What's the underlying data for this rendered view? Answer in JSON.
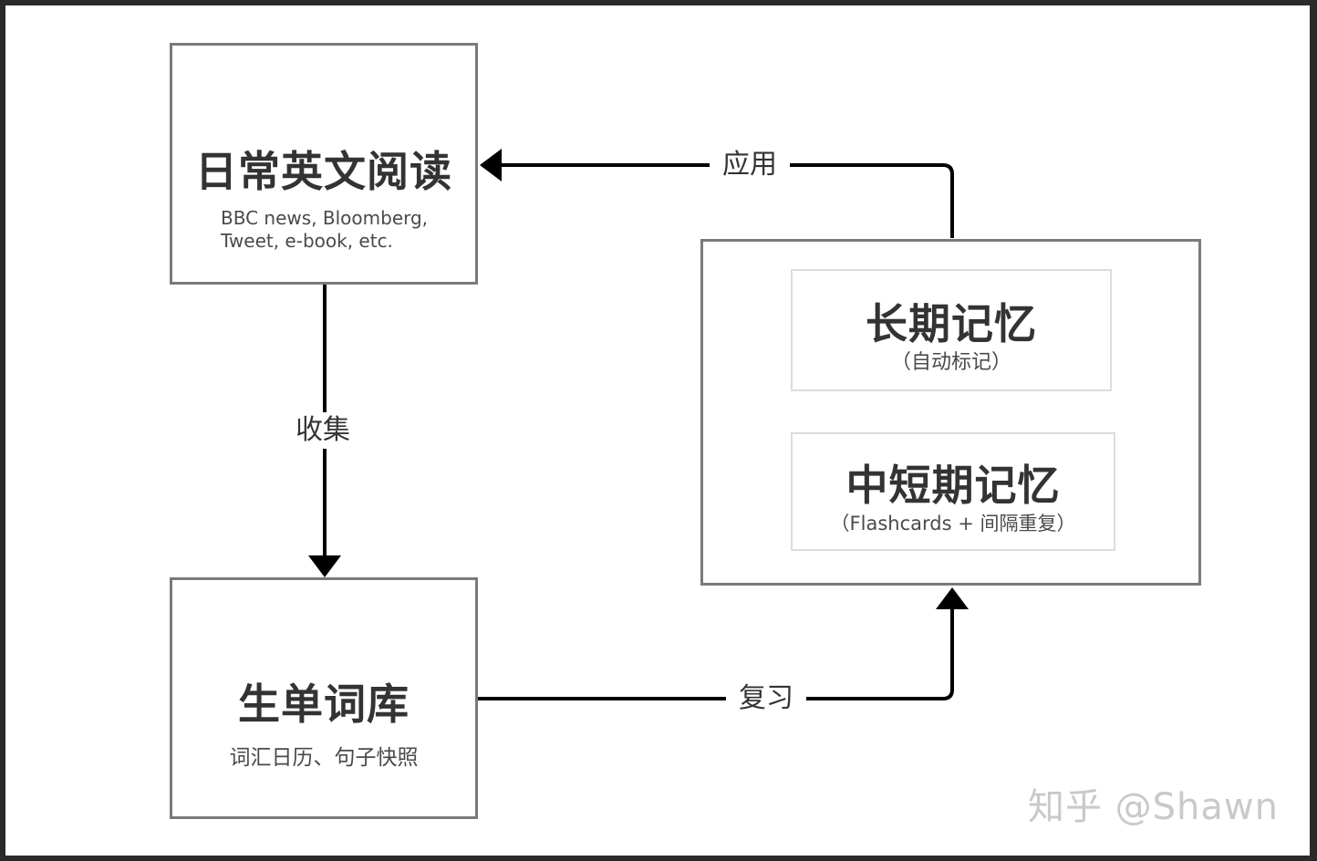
{
  "nodes": {
    "reading": {
      "title": "日常英文阅读",
      "sub_line1": "BBC news, Bloomberg,",
      "sub_line2": "Tweet, e-book, etc."
    },
    "vocab": {
      "title": "生单词库",
      "sub": "词汇日历、句子快照"
    },
    "memory": {
      "long_term": {
        "title": "长期记忆",
        "sub": "（自动标记）"
      },
      "short_term": {
        "title": "中短期记忆",
        "sub": "（Flashcards + 间隔重复）"
      }
    }
  },
  "edges": {
    "collect": "收集",
    "review": "复习",
    "apply": "应用"
  },
  "watermark": "知乎 @Shawn",
  "colors": {
    "border": "#7a7a7a",
    "inner_border": "#dcdcdc",
    "arrow": "#000000",
    "text": "#333333",
    "watermark": "#c9c9c9"
  }
}
